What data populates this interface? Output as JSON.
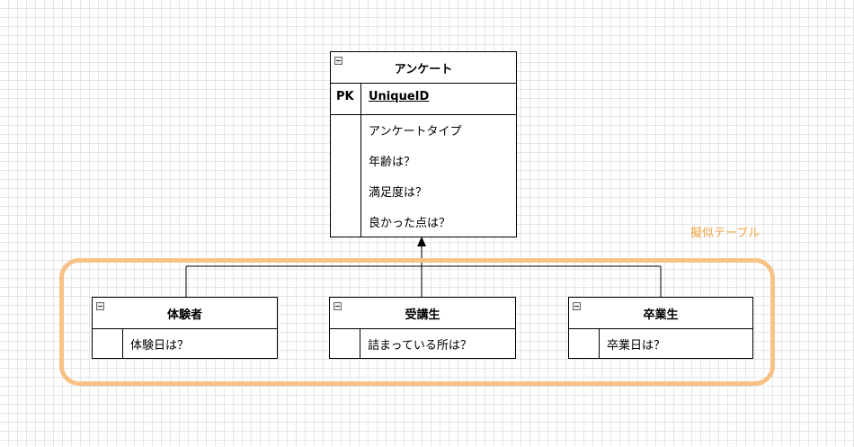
{
  "main_entity": {
    "title": "アンケート",
    "pk_label": "PK",
    "pk_field": "UniqueID",
    "fields": [
      "アンケートタイプ",
      "年齢は？",
      "満足度は？",
      "良かった点は？"
    ]
  },
  "sub_entities": [
    {
      "title": "体験者",
      "field": "体験日は？"
    },
    {
      "title": "受講生",
      "field": "詰まっている所は？"
    },
    {
      "title": "卒業生",
      "field": "卒業日は？"
    }
  ],
  "group": {
    "label": "擬似テーブル",
    "color": "#f8c287"
  },
  "colors": {
    "grid": "#e6e6e6",
    "line": "#000000",
    "label": "#f0a43f"
  }
}
